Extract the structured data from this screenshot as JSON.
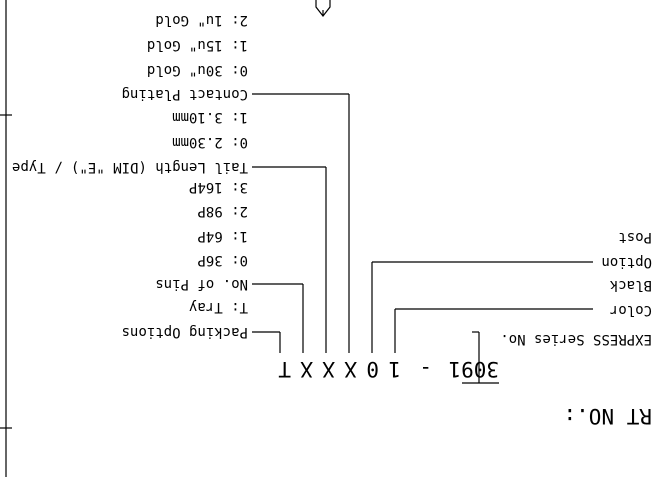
{
  "part_no_label": "RT NO.:",
  "part_number": {
    "series": "3091",
    "dash": "-",
    "chars": [
      "1",
      "0",
      "X",
      "X",
      "X",
      "T"
    ]
  },
  "series_label": "EXPRESS Series No.",
  "options": {
    "color": {
      "title": "Color",
      "items": [
        "Black"
      ]
    },
    "post": {
      "title": "Option",
      "items": [
        "Post"
      ]
    },
    "contact_plating": {
      "title": "Contact Plating",
      "items": [
        "0: 30u\" Gold",
        "1: 15u\" Gold",
        "2: 1u\" Gold"
      ]
    },
    "tail_length": {
      "title": "Tail Length (DIM \"E\") / Type",
      "items": [
        "0: 2.30mm",
        "1: 3.10mm"
      ]
    },
    "no_of_pins": {
      "title": "No. of Pins",
      "items": [
        "0: 36P",
        "1: 64P",
        "2: 98P",
        "3: 164P"
      ]
    },
    "packing": {
      "title": "Packing Options",
      "items": [
        "T: Tray"
      ]
    }
  }
}
